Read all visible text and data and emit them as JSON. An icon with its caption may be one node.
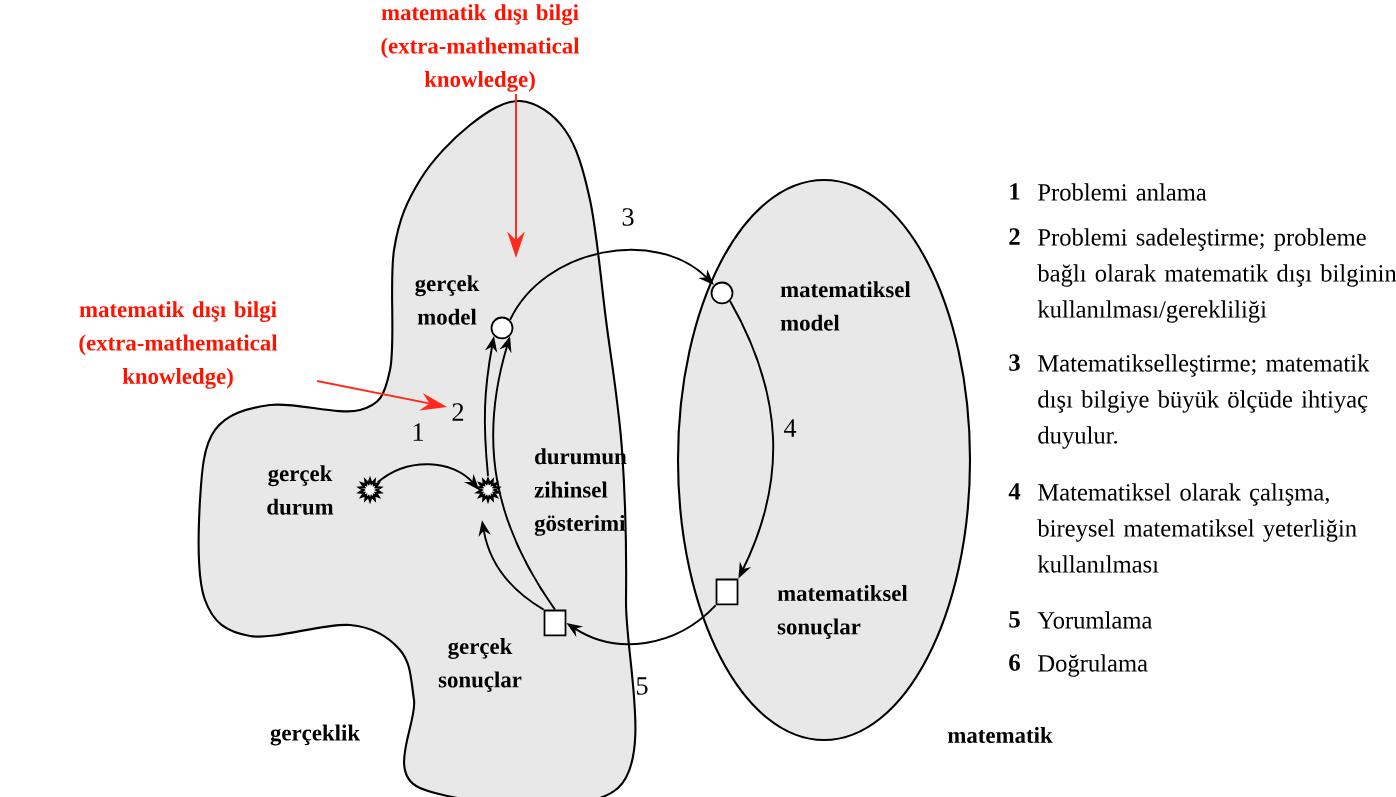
{
  "diagram": {
    "nodes": [
      {
        "text": [
          "gerçeklik"
        ]
      },
      {
        "text": [
          "matematik"
        ]
      },
      {
        "text": [
          "gerçek durum"
        ],
        "in": 0
      },
      {
        "text": [
          "durumun zihinsel gösterimi"
        ],
        "in": 0
      },
      {
        "text": [
          "gerçek model"
        ],
        "in": 0
      },
      {
        "text": [
          "gerçek sonuçlar"
        ],
        "in": 0
      },
      {
        "text": [
          "matematiksel model"
        ],
        "in": 1
      },
      {
        "text": [
          "matematiksel sonuçlar"
        ],
        "in": 1
      },
      {
        "text": [
          "matematik dışı bilgi (extra-mathematical knowledge)"
        ]
      },
      {
        "text": [
          "matematik dışı bilgi (extra-mathematical knowledge)"
        ]
      }
    ],
    "edges": [
      {
        "from": 2,
        "to": 3,
        "arrow": "to",
        "label": "1"
      },
      {
        "from": 3,
        "to": 4,
        "arrow": "to",
        "label": "2"
      },
      {
        "from": 5,
        "to": 4,
        "arrow": "to"
      },
      {
        "from": 5,
        "to": 3,
        "arrow": "to"
      },
      {
        "from": 4,
        "to": 6,
        "arrow": "to",
        "label": "3"
      },
      {
        "from": 6,
        "to": 7,
        "arrow": "to",
        "label": "4"
      },
      {
        "from": 7,
        "to": 5,
        "arrow": "to",
        "label": "5"
      },
      {
        "from": 8,
        "to": null,
        "arrow": "to",
        "color": "#ff2a1a"
      },
      {
        "from": 9,
        "to": null,
        "arrow": "to",
        "color": "#ff2a1a"
      }
    ],
    "labels": [
      "1",
      "Problemi anlama",
      "2",
      "Problemi sadeleştirme; probleme bağlı olarak matematik dışı bilginin kullanılması/gerekliliği",
      "3",
      "Matematikselleştirme; matematik dışı bilgiye büyük ölçüde ihtiyaç duyulur.",
      "4",
      "Matematiksel olarak çalışma, bireysel matematiksel yeterliğin kullanılması",
      "5",
      "Yorumlama",
      "6",
      "Doğrulama"
    ]
  }
}
